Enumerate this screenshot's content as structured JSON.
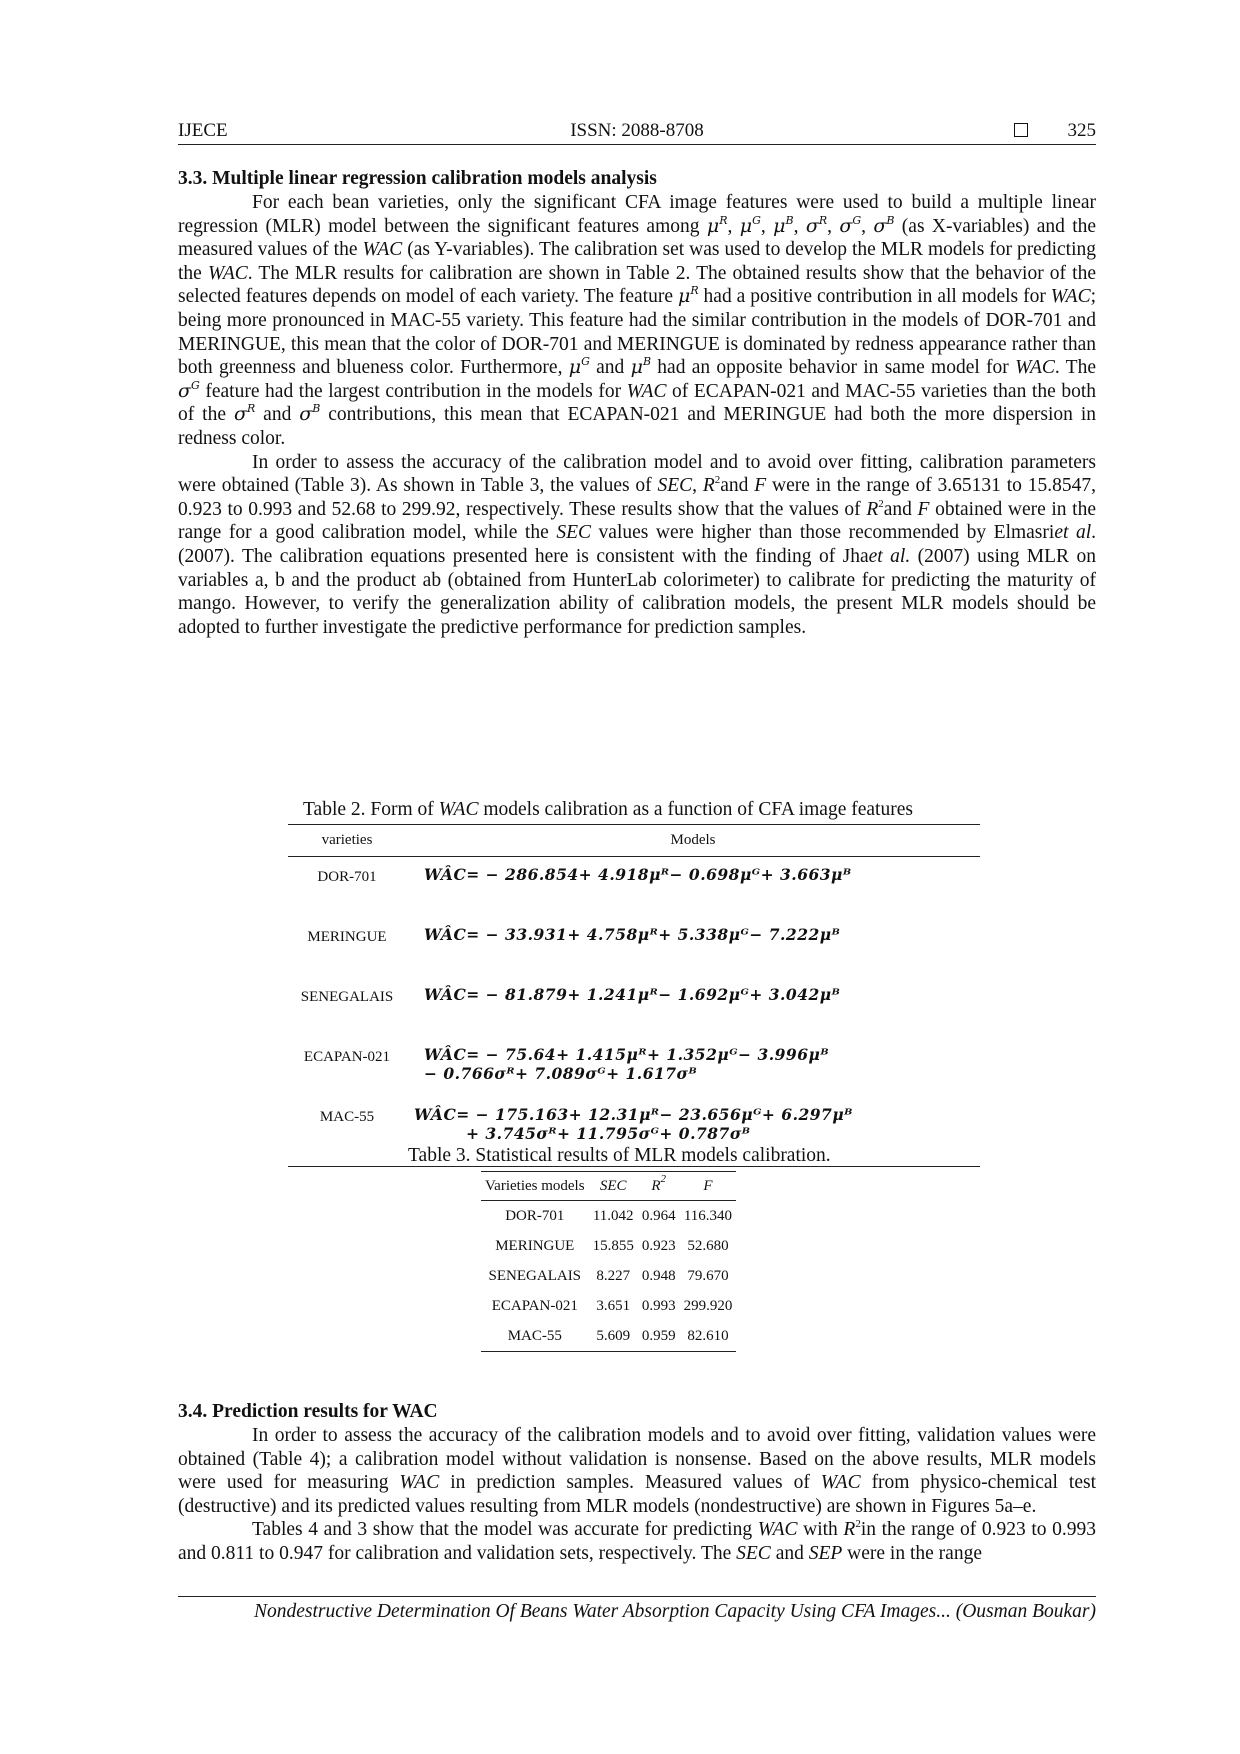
{
  "header": {
    "journal": "IJECE",
    "issn": "ISSN: 2088-8708",
    "page_number": "325"
  },
  "section_33": {
    "heading": "3.3. Multiple linear regression calibration models analysis"
  },
  "table2": {
    "caption_prefix": "Table 2.  Form of ",
    "caption_italic": "WAC",
    "caption_suffix": " models calibration as a function of CFA image features",
    "col_varieties": "varieties",
    "col_models": "Models",
    "rows": [
      {
        "variety": "DOR-701",
        "eq1": "WÂC= − 286.854+ 4.918μᴿ− 0.698μᴳ+ 3.663μᴮ",
        "eq2": ""
      },
      {
        "variety": "MERINGUE",
        "eq1": "WÂC= − 33.931+ 4.758μᴿ+ 5.338μᴳ− 7.222μᴮ",
        "eq2": ""
      },
      {
        "variety": "SENEGALAIS",
        "eq1": "WÂC= − 81.879+ 1.241μᴿ− 1.692μᴳ+ 3.042μᴮ",
        "eq2": ""
      },
      {
        "variety": "ECAPAN-021",
        "eq1": "WÂC= − 75.64+ 1.415μᴿ+ 1.352μᴳ− 3.996μᴮ",
        "eq2": "− 0.766σᴿ+ 7.089σᴳ+ 1.617σᴮ"
      },
      {
        "variety": "MAC-55",
        "eq1": "WÂC= − 175.163+ 12.31μᴿ− 23.656μᴳ+ 6.297μᴮ",
        "eq2": "+ 3.745σᴿ+ 11.795σᴳ+ 0.787σᴮ"
      }
    ]
  },
  "table3": {
    "caption": "Table 3. Statistical results of MLR models calibration.",
    "col_varieties": "Varieties models",
    "col_sec": "SEC",
    "col_r2_base": "R",
    "col_r2_sup": "2",
    "col_f": "F",
    "rows": [
      {
        "variety": "DOR-701",
        "sec": "11.042",
        "r2": "0.964",
        "f": "116.340"
      },
      {
        "variety": "MERINGUE",
        "sec": "15.855",
        "r2": "0.923",
        "f": "52.680"
      },
      {
        "variety": "SENEGALAIS",
        "sec": "8.227",
        "r2": "0.948",
        "f": "79.670"
      },
      {
        "variety": "ECAPAN-021",
        "sec": "3.651",
        "r2": "0.993",
        "f": "299.920"
      },
      {
        "variety": "MAC-55",
        "sec": "5.609",
        "r2": "0.959",
        "f": "82.610"
      }
    ]
  },
  "section_34": {
    "heading": "3.4. Prediction results for WAC"
  },
  "footer": "Nondestructive Determination Of Beans Water Absorption Capacity Using CFA Images... (Ousman Boukar)"
}
